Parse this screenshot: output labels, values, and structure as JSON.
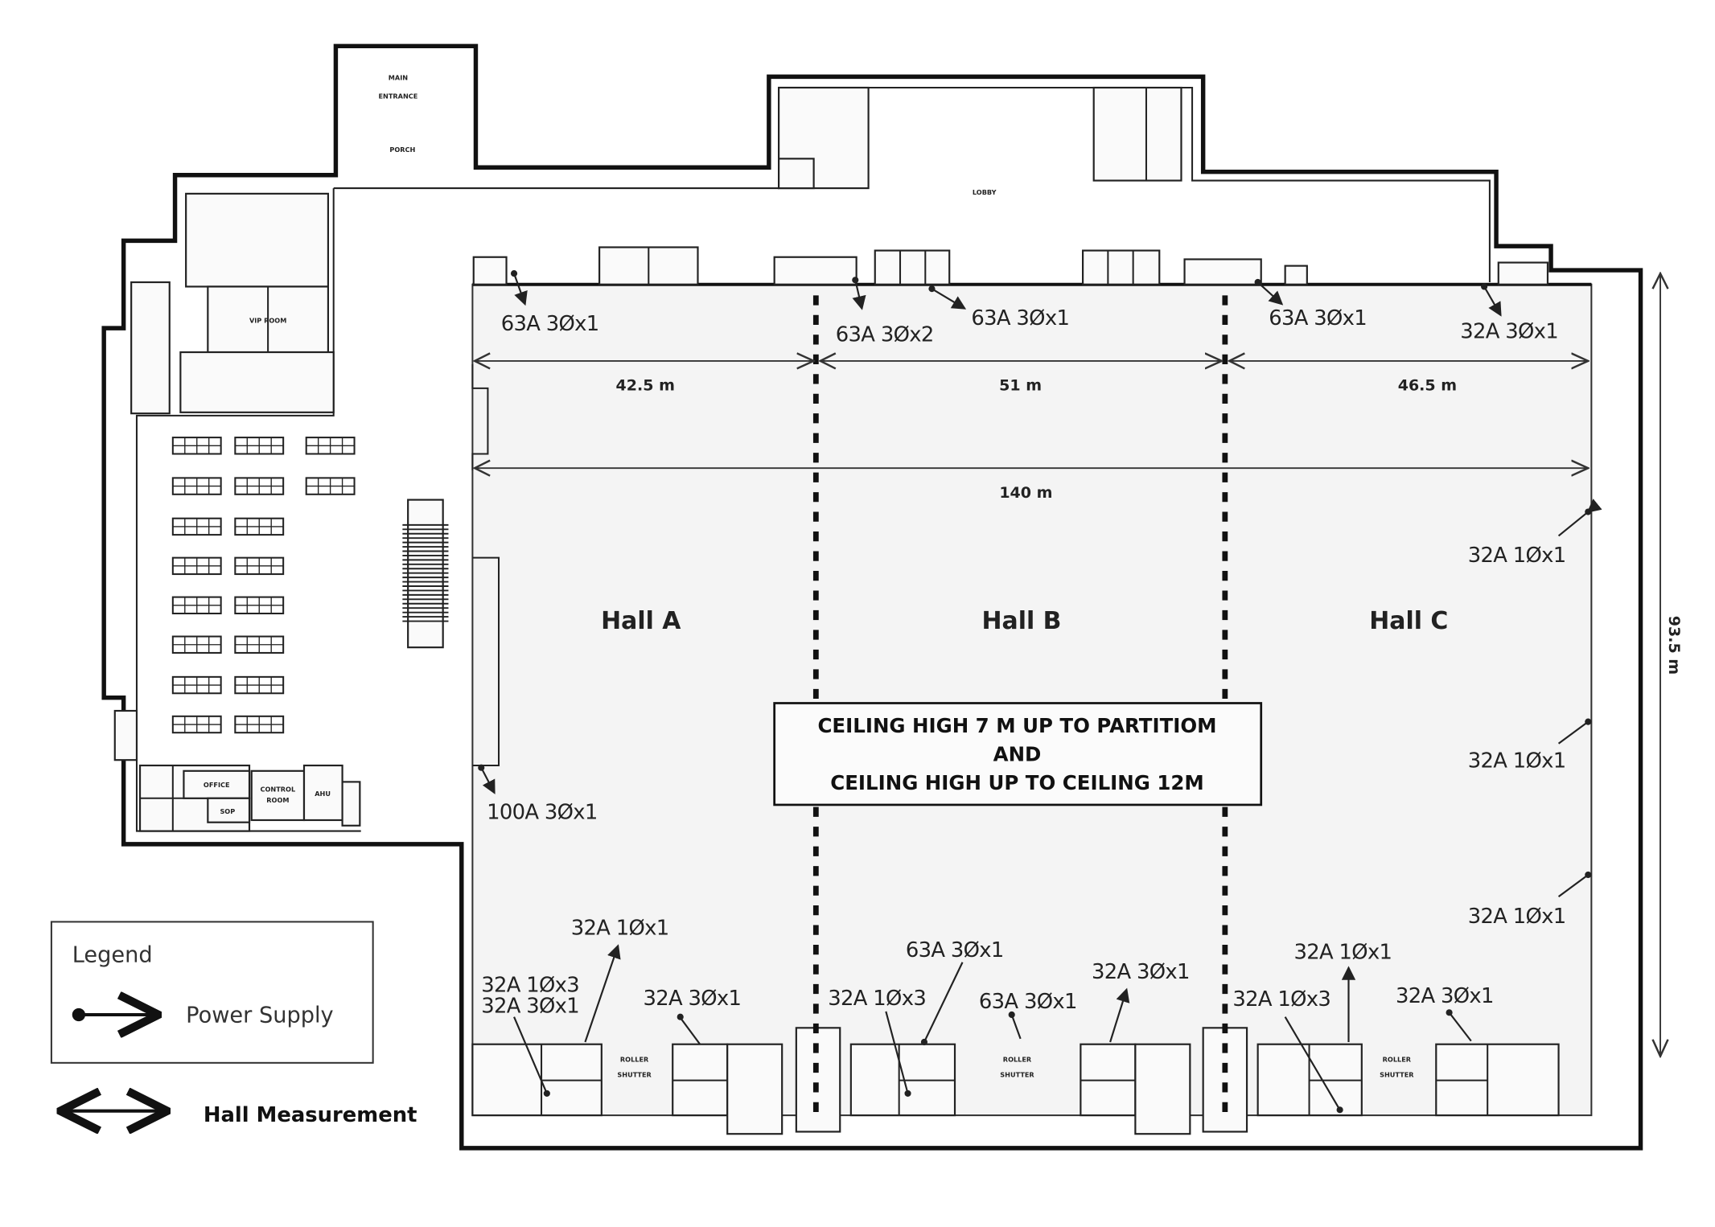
{
  "title_labels": {
    "main_entrance_line1": "MAIN",
    "main_entrance_line2": "ENTRANCE",
    "porch": "PORCH",
    "lobby": "LOBBY",
    "vip_room": "VIP ROOM",
    "office": "OFFICE",
    "control_room_line1": "CONTROL",
    "control_room_line2": "ROOM",
    "ahu": "AHU",
    "sop": "SOP",
    "roller_shutter_line1": "ROLLER",
    "roller_shutter_line2": "SHUTTER"
  },
  "halls": [
    {
      "name": "Hall A",
      "width": "42.5 m"
    },
    {
      "name": "Hall B",
      "width": "51 m"
    },
    {
      "name": "Hall C",
      "width": "46.5 m"
    }
  ],
  "overall": {
    "length": "140 m",
    "depth": "93.5 m"
  },
  "ceiling_note": {
    "line1": "CEILING HIGH 7 M UP TO PARTITIOM",
    "line2": "AND",
    "line3": "CEILING HIGH UP TO CEILING 12M"
  },
  "power_supply": {
    "labels": [
      "63A 3Øx1",
      "63A 3Øx2",
      "63A 3Øx1",
      "63A 3Øx1",
      "32A 3Øx1",
      "32A 1Øx1",
      "32A 1Øx1",
      "32A 1Øx1",
      "100A 3Øx1",
      "32A 1Øx1",
      "32A 1Øx3",
      "32A 3Øx1",
      "32A 3Øx1",
      "63A 3Øx1",
      "32A 1Øx3",
      "63A 3Øx1",
      "32A 3Øx1",
      "32A 1Øx1",
      "32A 1Øx3",
      "32A 3Øx1"
    ]
  },
  "legend": {
    "title": "Legend",
    "power_supply": "Power Supply",
    "hall_measurement": "Hall Measurement"
  },
  "colors": {
    "ink": "#111111",
    "floor": "#f7f7f7",
    "background": "#ffffff"
  }
}
